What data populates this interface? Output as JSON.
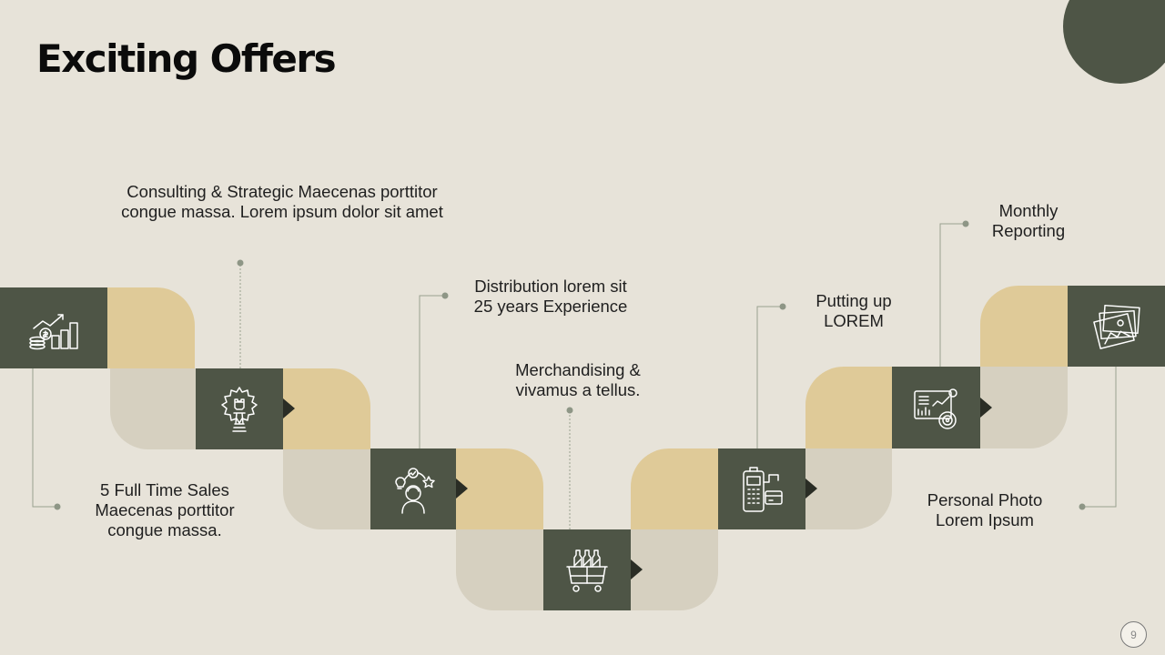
{
  "title": "Exciting Offers",
  "page_number": "9",
  "steps": [
    {
      "label": "5 Full Time Sales\nMaecenas porttitor\ncongue massa.",
      "icon": "growth-chart-coins-icon"
    },
    {
      "label": "Consulting & Strategic Maecenas porttitor\ncongue massa. Lorem ipsum dolor sit amet",
      "icon": "chess-strategy-gear-icon"
    },
    {
      "label": "Distribution lorem sit\n25 years Experience",
      "icon": "person-idea-icon"
    },
    {
      "label": "Merchandising &\nvivamus a tellus.",
      "icon": "product-bottles-cart-icon"
    },
    {
      "label": "Putting up\nLOREM",
      "icon": "payment-terminal-icon"
    },
    {
      "label": "Monthly\nReporting",
      "icon": "report-dashboard-icon"
    },
    {
      "label": "Personal Photo\nLorem Ipsum",
      "icon": "photo-gallery-icon"
    }
  ],
  "colors": {
    "background": "#e7e3d9",
    "dark": "#4e5546",
    "tan": "#dfca98",
    "beige": "#d6d0c0",
    "connector": "#9aa090"
  }
}
